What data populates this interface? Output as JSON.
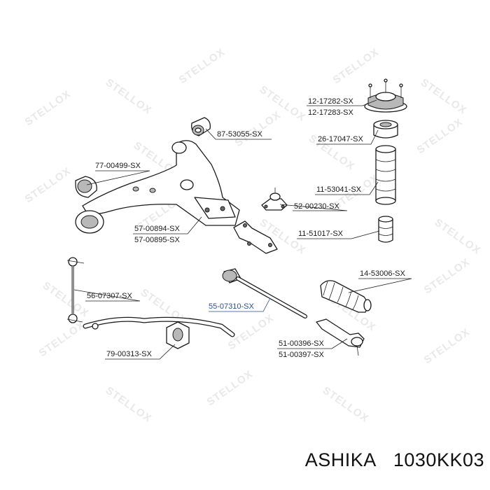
{
  "watermark": "STELLOX",
  "callouts": [
    {
      "id": "12-17282",
      "lines": [
        "12-17282-SX",
        "12-17283-SX"
      ]
    },
    {
      "id": "87-53055",
      "lines": [
        "87-53055-SX"
      ]
    },
    {
      "id": "26-17047",
      "lines": [
        "26-17047-SX"
      ]
    },
    {
      "id": "77-00499",
      "lines": [
        "77-00499-SX"
      ]
    },
    {
      "id": "11-53041",
      "lines": [
        "11-53041-SX"
      ]
    },
    {
      "id": "52-00230",
      "lines": [
        "52-00230-SX"
      ]
    },
    {
      "id": "57-00894",
      "lines": [
        "57-00894-SX",
        "57-00895-SX"
      ]
    },
    {
      "id": "11-51017",
      "lines": [
        "11-51017-SX"
      ]
    },
    {
      "id": "14-53006",
      "lines": [
        "14-53006-SX"
      ]
    },
    {
      "id": "56-07307",
      "lines": [
        "56-07307-SX"
      ]
    },
    {
      "id": "55-07310",
      "lines": [
        "55-07310-SX"
      ],
      "highlighted": true
    },
    {
      "id": "51-00396",
      "lines": [
        "51-00396-SX",
        "51-00397-SX"
      ]
    },
    {
      "id": "79-00313",
      "lines": [
        "79-00313-SX"
      ]
    }
  ],
  "caption": {
    "brand": "ASHIKA",
    "part_number": "1030KK03"
  },
  "colors": {
    "highlight": "#2a4fa0",
    "watermark": "#e9e9e9",
    "line": "#1a1a1a"
  }
}
